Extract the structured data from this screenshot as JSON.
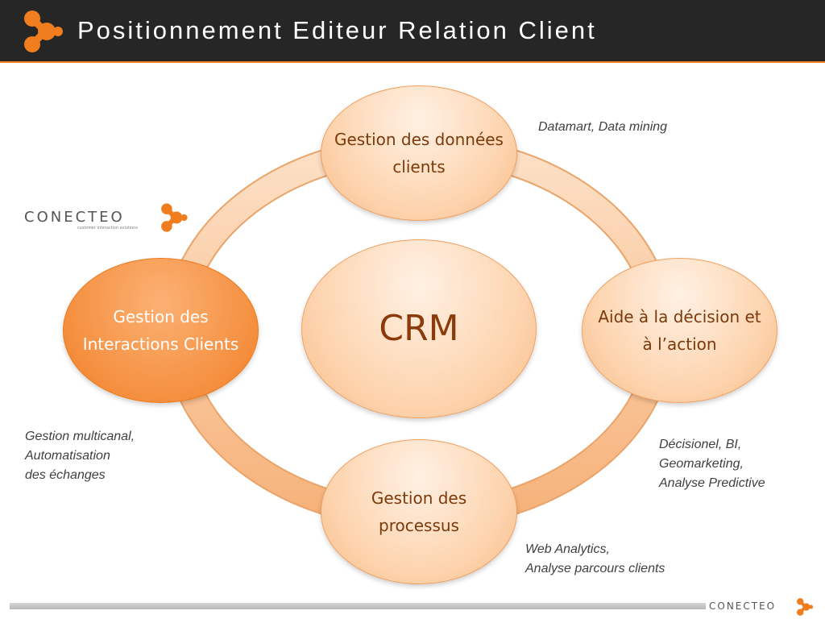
{
  "slide": {
    "title": "Positionnement Editeur Relation Client"
  },
  "brand": {
    "name": "CONECTEO",
    "tagline": "customer interaction solutions",
    "accent_color": "#f07d1e",
    "header_color": "#262626"
  },
  "diagram": {
    "center": "CRM",
    "nodes": {
      "top": "Gestion des données clients",
      "right": "Aide à la décision et à l’action",
      "bottom": "Gestion des processus",
      "left": "Gestion des Interactions Clients"
    },
    "annotations": {
      "top": "Datamart, Data mining",
      "left": "Gestion multicanal,\nAutomatisation\ndes échanges",
      "right": "Décisionel, BI,\nGeomarketing,\nAnalyse Predictive",
      "bottom": "Web Analytics,\nAnalyse parcours clients"
    }
  },
  "footer": {
    "brand": "CONECTEO"
  }
}
